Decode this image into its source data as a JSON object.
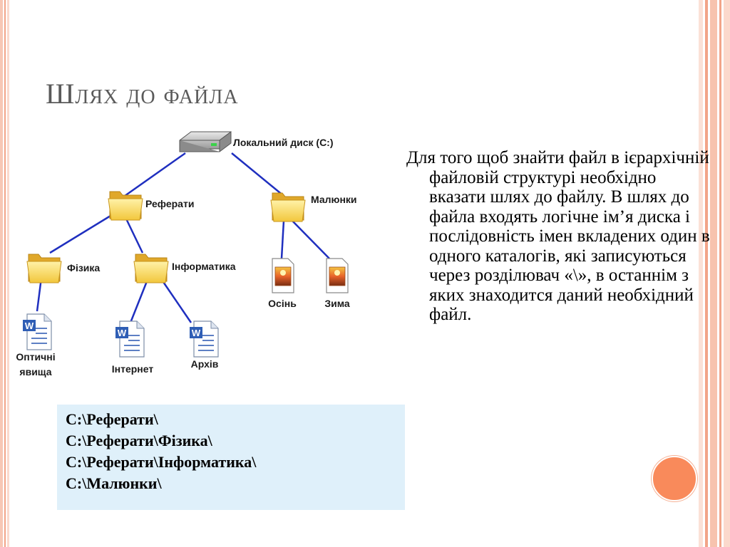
{
  "slide": {
    "title": "Шлях до файла",
    "description": "Для того щоб знайти файл в ієрархічній файловій структурі необхідно вказати шлях до файлу. В шлях до файла входять логічне ім’я диска і послідовність імен вкладених один в одного каталогів, які записуються через розділювач «\\», в останнім з яких знаходится даний необхідний файл."
  },
  "tree": {
    "disk": "Локальний диск (С:)",
    "folders": [
      "Реферати",
      "Малюнки",
      "Фізика",
      "Інформатика"
    ],
    "files": {
      "optics_line1": "Оптичні",
      "optics_line2": "явища",
      "internet": "Інтернет",
      "archive": "Архів",
      "autumn": "Осінь",
      "winter": "Зима"
    }
  },
  "paths": [
    "С:\\Реферати\\",
    "С:\\Реферати\\Фізика\\",
    "С:\\Реферати\\Інформатика\\",
    "С:\\Малюнки\\"
  ],
  "colors": {
    "accent": "#f98a5b",
    "connector": "#1f2fbf",
    "paths_background": "#dff0fa",
    "title": "#5a5a5a"
  }
}
